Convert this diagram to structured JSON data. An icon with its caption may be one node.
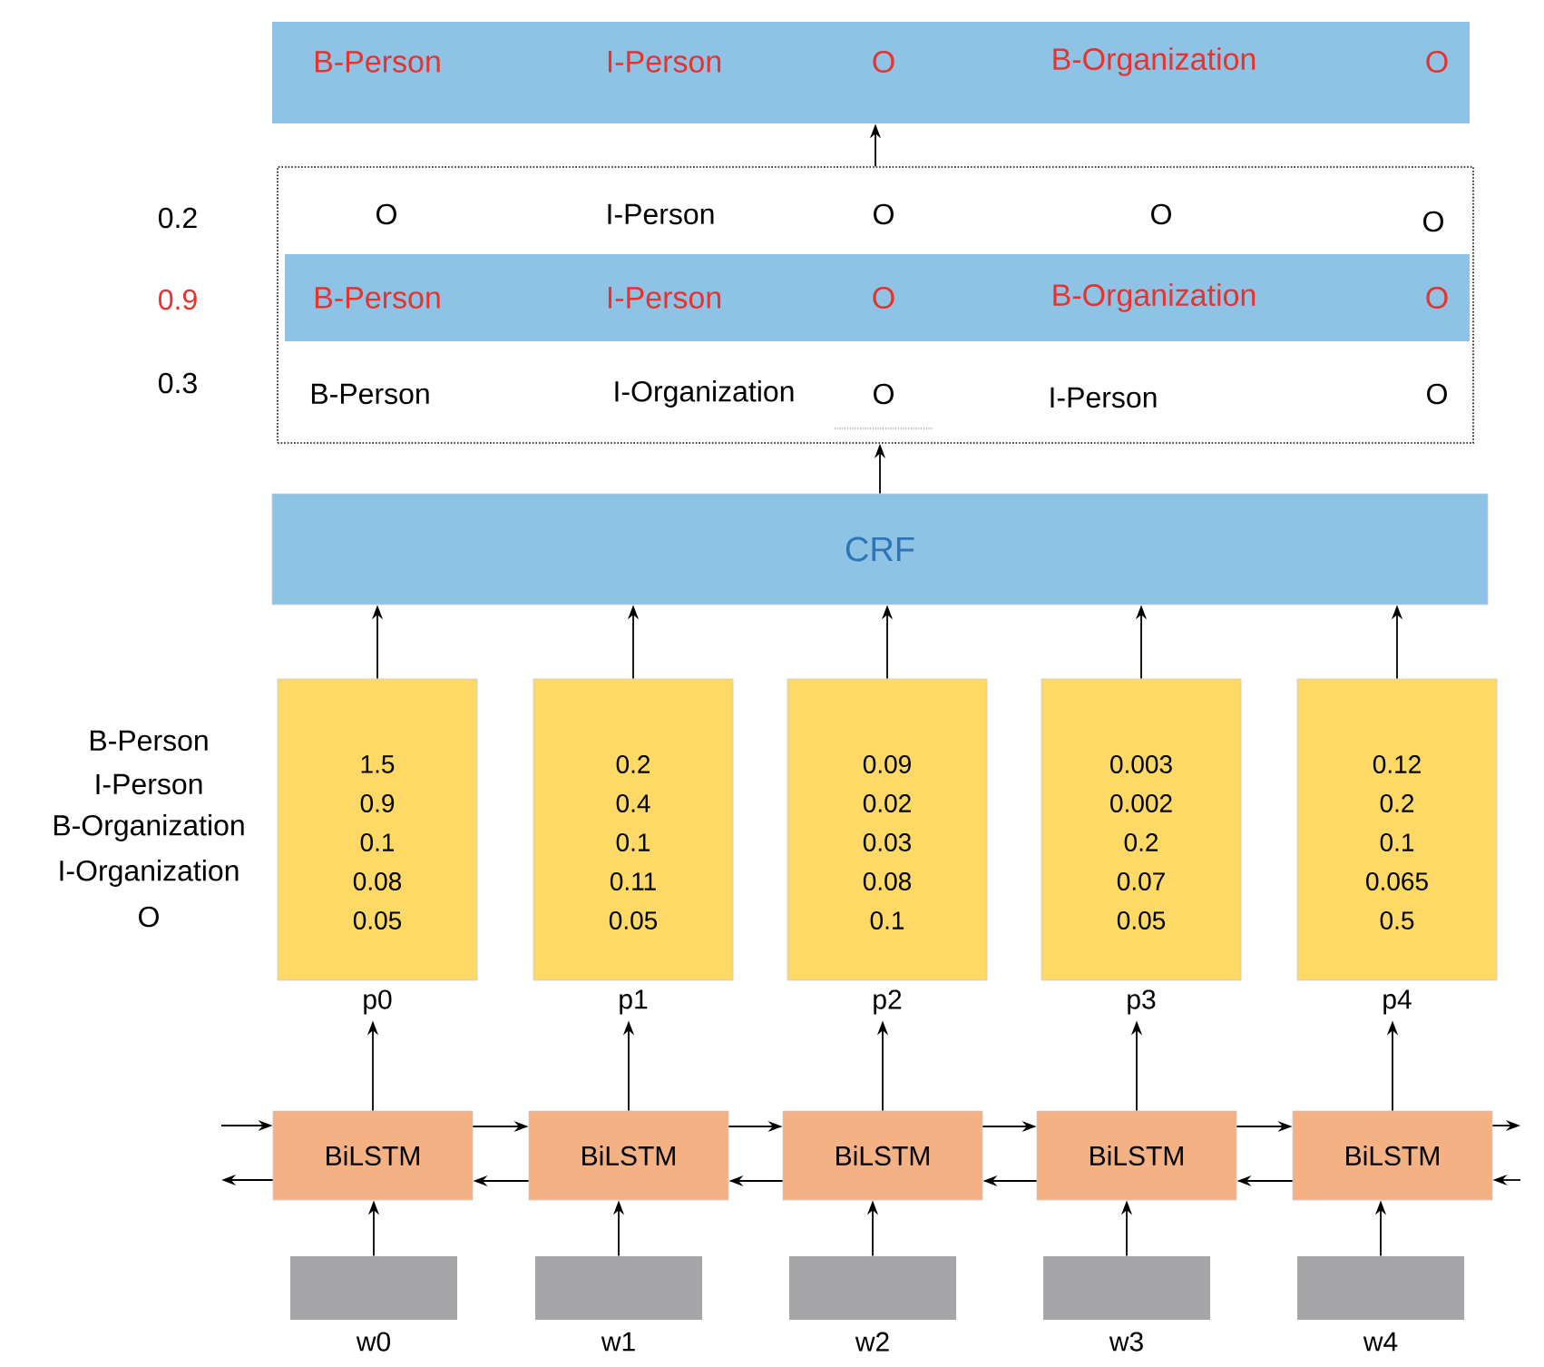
{
  "diagram": {
    "nodes": [
      {
        "text": [
          "B-Person",
          "I-Person",
          "O",
          "B-Organization",
          "O"
        ]
      },
      {
        "text": [],
        "shape": "box"
      },
      {
        "text": [
          "B-Person",
          "I-Person",
          "O",
          "B-Organization",
          "O"
        ],
        "in": 1
      },
      {
        "text": [
          "CRF"
        ]
      },
      {
        "text": [
          "1.5",
          "0.9",
          "0.1",
          "0.08",
          "0.05"
        ],
        "beside": [
          "p0"
        ]
      },
      {
        "text": [
          "0.2",
          "0.4",
          "0.1",
          "0.11",
          "0.05"
        ],
        "beside": [
          "p1"
        ]
      },
      {
        "text": [
          "0.09",
          "0.02",
          "0.03",
          "0.08",
          "0.1"
        ],
        "beside": [
          "p2"
        ]
      },
      {
        "text": [
          "0.003",
          "0.002",
          "0.2",
          "0.07",
          "0.05"
        ],
        "beside": [
          "p3"
        ]
      },
      {
        "text": [
          "0.12",
          "0.2",
          "0.1",
          "0.065",
          "0.5"
        ],
        "beside": [
          "p4"
        ]
      },
      {
        "text": [
          "BiLSTM"
        ]
      },
      {
        "text": [
          "BiLSTM"
        ]
      },
      {
        "text": [
          "BiLSTM"
        ]
      },
      {
        "text": [
          "BiLSTM"
        ]
      },
      {
        "text": [
          "BiLSTM"
        ]
      },
      {
        "text": [],
        "shape": "box",
        "beside": [
          "w0"
        ]
      },
      {
        "text": [],
        "shape": "box",
        "beside": [
          "w1"
        ]
      },
      {
        "text": [],
        "shape": "box",
        "beside": [
          "w2"
        ]
      },
      {
        "text": [],
        "shape": "box",
        "beside": [
          "w3"
        ]
      },
      {
        "text": [],
        "shape": "box",
        "beside": [
          "w4"
        ]
      }
    ],
    "edges": [
      {
        "from": 14,
        "to": 9,
        "arrow": "to"
      },
      {
        "from": 15,
        "to": 10,
        "arrow": "to"
      },
      {
        "from": 16,
        "to": 11,
        "arrow": "to"
      },
      {
        "from": 17,
        "to": 12,
        "arrow": "to"
      },
      {
        "from": 18,
        "to": 13,
        "arrow": "to"
      },
      {
        "from": 9,
        "to": 4,
        "arrow": "to"
      },
      {
        "from": 10,
        "to": 5,
        "arrow": "to"
      },
      {
        "from": 11,
        "to": 6,
        "arrow": "to"
      },
      {
        "from": 12,
        "to": 7,
        "arrow": "to"
      },
      {
        "from": 13,
        "to": 8,
        "arrow": "to"
      },
      {
        "from": 4,
        "to": 3,
        "arrow": "to"
      },
      {
        "from": 5,
        "to": 3,
        "arrow": "to"
      },
      {
        "from": 6,
        "to": 3,
        "arrow": "to"
      },
      {
        "from": 7,
        "to": 3,
        "arrow": "to"
      },
      {
        "from": 8,
        "to": 3,
        "arrow": "to"
      },
      {
        "from": 3,
        "to": 1,
        "arrow": "to"
      },
      {
        "from": 1,
        "to": 0,
        "arrow": "to"
      },
      {
        "from": 9,
        "to": 10,
        "arrow": "to"
      },
      {
        "from": 10,
        "to": 11,
        "arrow": "to"
      },
      {
        "from": 11,
        "to": 12,
        "arrow": "to"
      },
      {
        "from": 12,
        "to": 13,
        "arrow": "to"
      },
      {
        "from": 10,
        "to": 9,
        "arrow": "to"
      },
      {
        "from": 11,
        "to": 10,
        "arrow": "to"
      },
      {
        "from": 12,
        "to": 11,
        "arrow": "to"
      },
      {
        "from": 13,
        "to": 12,
        "arrow": "to"
      },
      {
        "from": null,
        "to": 9,
        "arrow": "to"
      },
      {
        "from": 9,
        "to": null,
        "arrow": "to"
      },
      {
        "from": 13,
        "to": null,
        "arrow": "to"
      },
      {
        "from": null,
        "to": 13,
        "arrow": "to"
      }
    ],
    "labels": [
      "0.2",
      "O",
      "I-Person",
      "O",
      "O",
      "O",
      "0.9",
      "0.3",
      "B-Person",
      "I-Organization",
      "O",
      "I-Person",
      "O",
      "B-Person",
      "I-Person",
      "B-Organization",
      "I-Organization",
      "O"
    ]
  }
}
